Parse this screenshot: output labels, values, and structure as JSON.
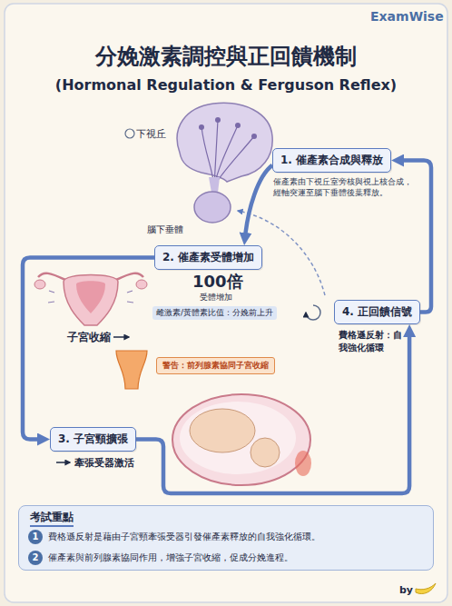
{
  "diagram": {
    "title": "分娩激素調控與正回饋機制",
    "nodes": [
      {
        "text": [
          "1. 催產素合成與釋放",
          "催產素由下視丘室旁核與視上核合成，經軸突運至腦下垂體後葉釋放。"
        ]
      },
      {
        "text": [
          "2. 催產素受體增加"
        ]
      },
      {
        "text": [
          "4. 正回饋信號",
          "費格遜反射：自我強化循環"
        ]
      },
      {
        "text": [
          "警告：前列腺素協同子宮收縮"
        ]
      },
      {
        "text": [
          "3. 子宮頸擴張"
        ]
      },
      {
        "text": [
          "考試重點",
          "費格遜反射是藉由子宮頸牽張受器引發催產素釋放的自我強化循環。",
          "催產素與前列腺素協同作用，增強子宮收縮，促成分娩進程。"
        ]
      },
      {
        "text": [
          "1"
        ],
        "in": 5
      },
      {
        "text": [
          "2"
        ],
        "in": 5
      }
    ],
    "edges": [
      {
        "from": 0,
        "to": 1,
        "arrow": "to"
      },
      {
        "from": 1,
        "to": 4,
        "arrow": "to"
      },
      {
        "from": 4,
        "to": 2,
        "arrow": "to"
      },
      {
        "from": 2,
        "to": 0,
        "arrow": "to"
      }
    ],
    "labels": [
      "ExamWise",
      "(Hormonal Regulation & Ferguson Reflex)",
      "下視丘",
      "腦下垂體",
      "100倍",
      "受體增加",
      "雌激素/黃體素比值：分娩前上升",
      "子宮收縮",
      "牽張受器激活",
      "by"
    ]
  }
}
